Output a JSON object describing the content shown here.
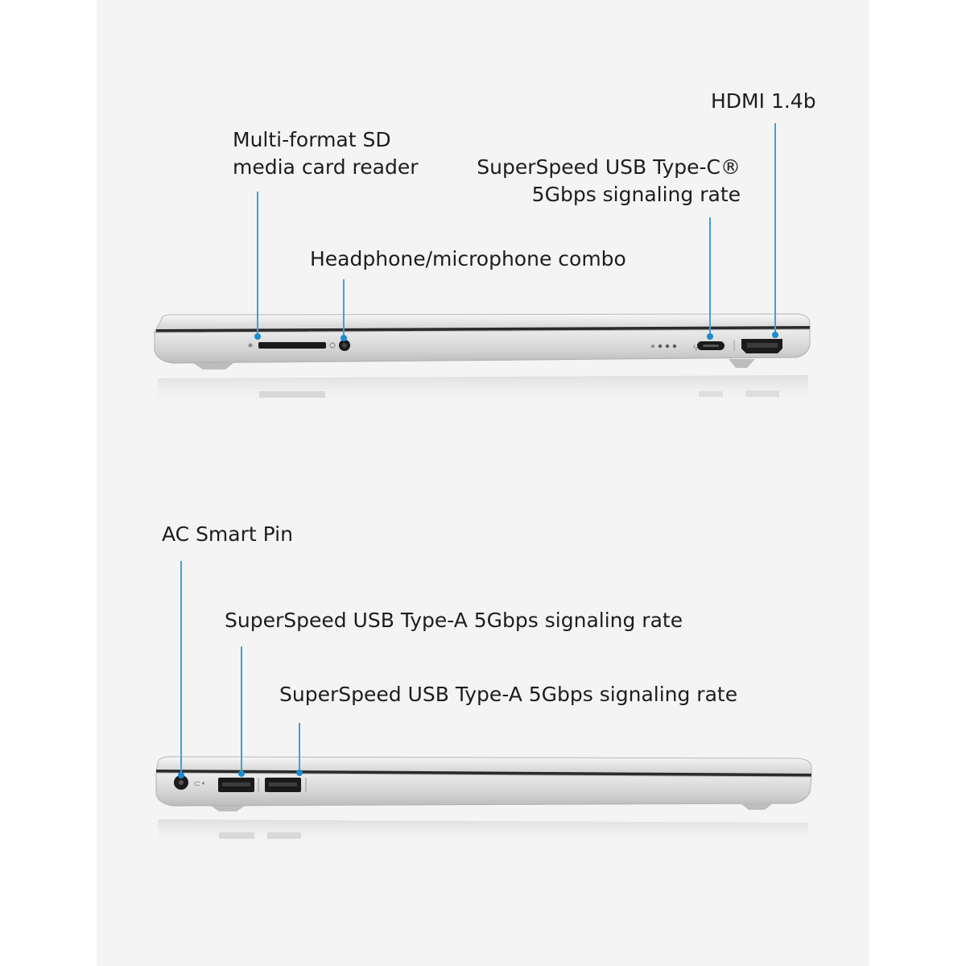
{
  "top_view": {
    "callouts": {
      "sd_reader": {
        "line1": "Multi-format SD",
        "line2": "media card reader"
      },
      "audio_jack": {
        "text": "Headphone/microphone combo"
      },
      "usb_c": {
        "line1": "SuperSpeed USB Type-C®",
        "line2": "5Gbps signaling rate"
      },
      "hdmi": {
        "text": "HDMI 1.4b"
      }
    }
  },
  "bottom_view": {
    "callouts": {
      "ac_pin": {
        "text": "AC Smart Pin"
      },
      "usb_a_1": {
        "text": "SuperSpeed USB Type-A 5Gbps signaling rate"
      },
      "usb_a_2": {
        "text": "SuperSpeed USB Type-A 5Gbps signaling rate"
      }
    }
  },
  "colors": {
    "leader_line": "#3fa0d8",
    "chassis": "#d9d9d9",
    "port": "#1a1a1a"
  }
}
